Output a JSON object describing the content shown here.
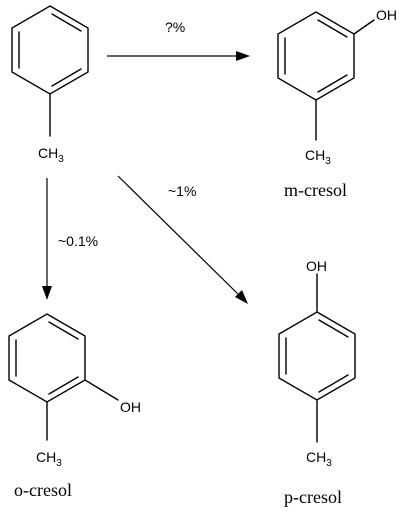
{
  "molecules": {
    "toluene": {
      "group": "CH",
      "sub": "3"
    },
    "m_cresol": {
      "oh": "OH",
      "group": "CH",
      "sub": "3",
      "name": "m-cresol"
    },
    "o_cresol": {
      "oh": "OH",
      "group": "CH",
      "sub": "3",
      "name": "o-cresol"
    },
    "p_cresol": {
      "oh": "OH",
      "group": "CH",
      "sub": "3",
      "name": "p-cresol"
    }
  },
  "arrows": {
    "to_meta": {
      "label": "?%"
    },
    "to_para": {
      "label": "~1%"
    },
    "to_ortho": {
      "label": "~0.1%"
    }
  }
}
